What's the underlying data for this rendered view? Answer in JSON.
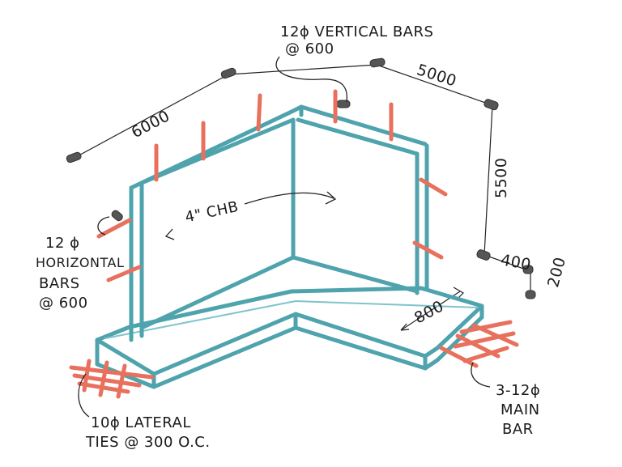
{
  "labels": {
    "vertical_bars_line1": "12ϕ VERTICAL BARS",
    "vertical_bars_line2": "@ 600",
    "horizontal_bars_line1": "12 ϕ",
    "horizontal_bars_line2": "HORIZONTAL",
    "horizontal_bars_line3": "BARS",
    "horizontal_bars_line4": "@ 600",
    "wall_material": "4\" CHB",
    "lateral_ties_line1": "10ϕ LATERAL",
    "lateral_ties_line2": "TIES @ 300 O.C.",
    "main_bar_line1": "3-12ϕ",
    "main_bar_line2": "MAIN",
    "main_bar_line3": "BAR"
  },
  "dimensions": {
    "left_wall_length": "6000",
    "right_wall_length": "5000",
    "wall_height": "5500",
    "footing_width": "800",
    "footing_top_width": "400",
    "footing_thickness": "200"
  },
  "colors": {
    "wall": "#4fa3ad",
    "rebar": "#e8705c",
    "dimension": "#222222",
    "tick": "#555555"
  }
}
